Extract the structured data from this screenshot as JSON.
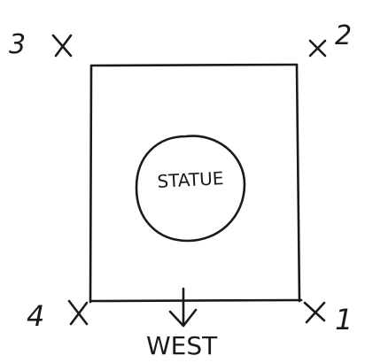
{
  "diagram": {
    "center_label": "STATUE",
    "direction_label": "WEST",
    "corners": [
      {
        "number": "1"
      },
      {
        "number": "2"
      },
      {
        "number": "3"
      },
      {
        "number": "4"
      }
    ],
    "ink_color": "#1a1a1a",
    "background_color": "#ffffff"
  }
}
